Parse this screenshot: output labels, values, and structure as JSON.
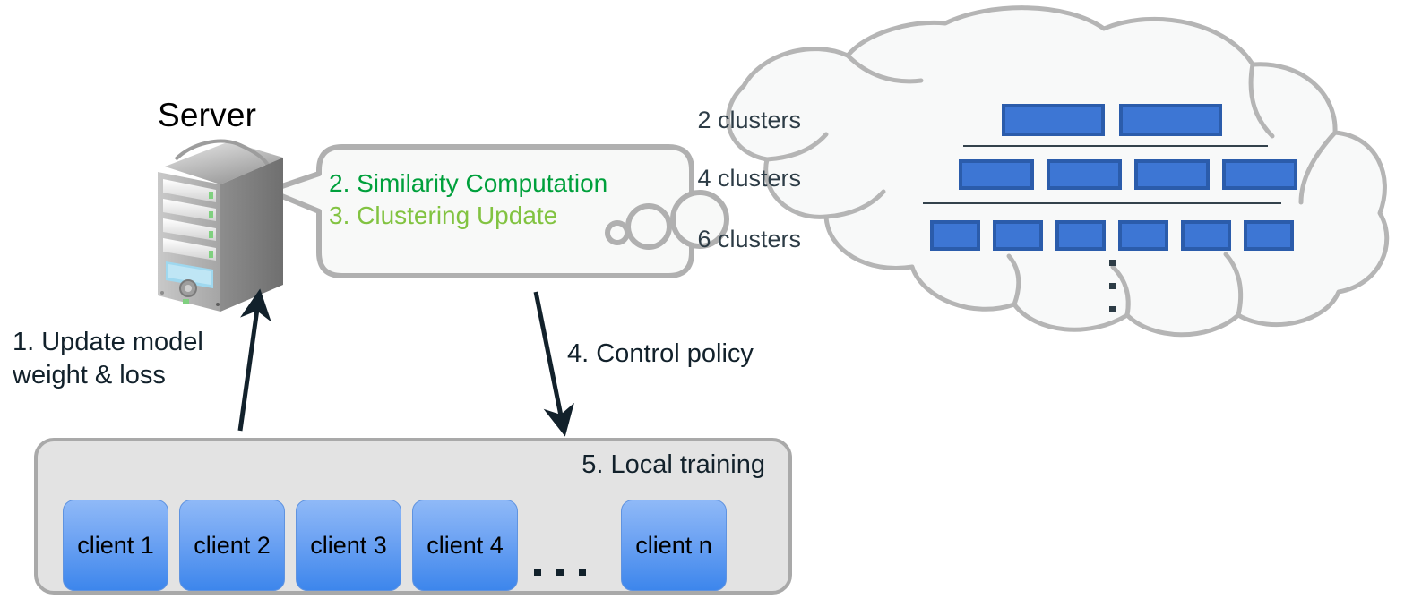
{
  "server": {
    "title": "Server",
    "icon": "server-tower-icon"
  },
  "bubble": {
    "line2": "2. Similarity Computation",
    "line3": "3. Clustering Update",
    "line2_color": "#00a03c",
    "line3_color": "#82c341",
    "fill": "#f7f8f8",
    "stroke": "#b0b0b0"
  },
  "cloud": {
    "fill": "#f8f9f9",
    "stroke": "#b5b5b5",
    "ellipsis": "vertical-dots",
    "rows": [
      {
        "label": "2 clusters",
        "count": 2
      },
      {
        "label": "4 clusters",
        "count": 4
      },
      {
        "label": "6 clusters",
        "count": 6
      }
    ],
    "box_fill": "#3d76d4",
    "box_border": "#2b5cab",
    "separators": 2
  },
  "steps": {
    "step1": "1. Update model\nweight & loss",
    "step4": "4. Control policy",
    "step5": "5. Local training"
  },
  "arrows": {
    "color": "#12212b",
    "up": "arrow-clients-to-server",
    "down": "arrow-server-to-clients"
  },
  "clients": {
    "panel_fill": "#e3e3e3",
    "panel_stroke": "#a9a9a9",
    "items": [
      {
        "label": "client 1"
      },
      {
        "label": "client 2"
      },
      {
        "label": "client 3"
      },
      {
        "label": "client 4"
      },
      {
        "label": "client n"
      }
    ],
    "ellipsis": "horizontal-dots"
  }
}
